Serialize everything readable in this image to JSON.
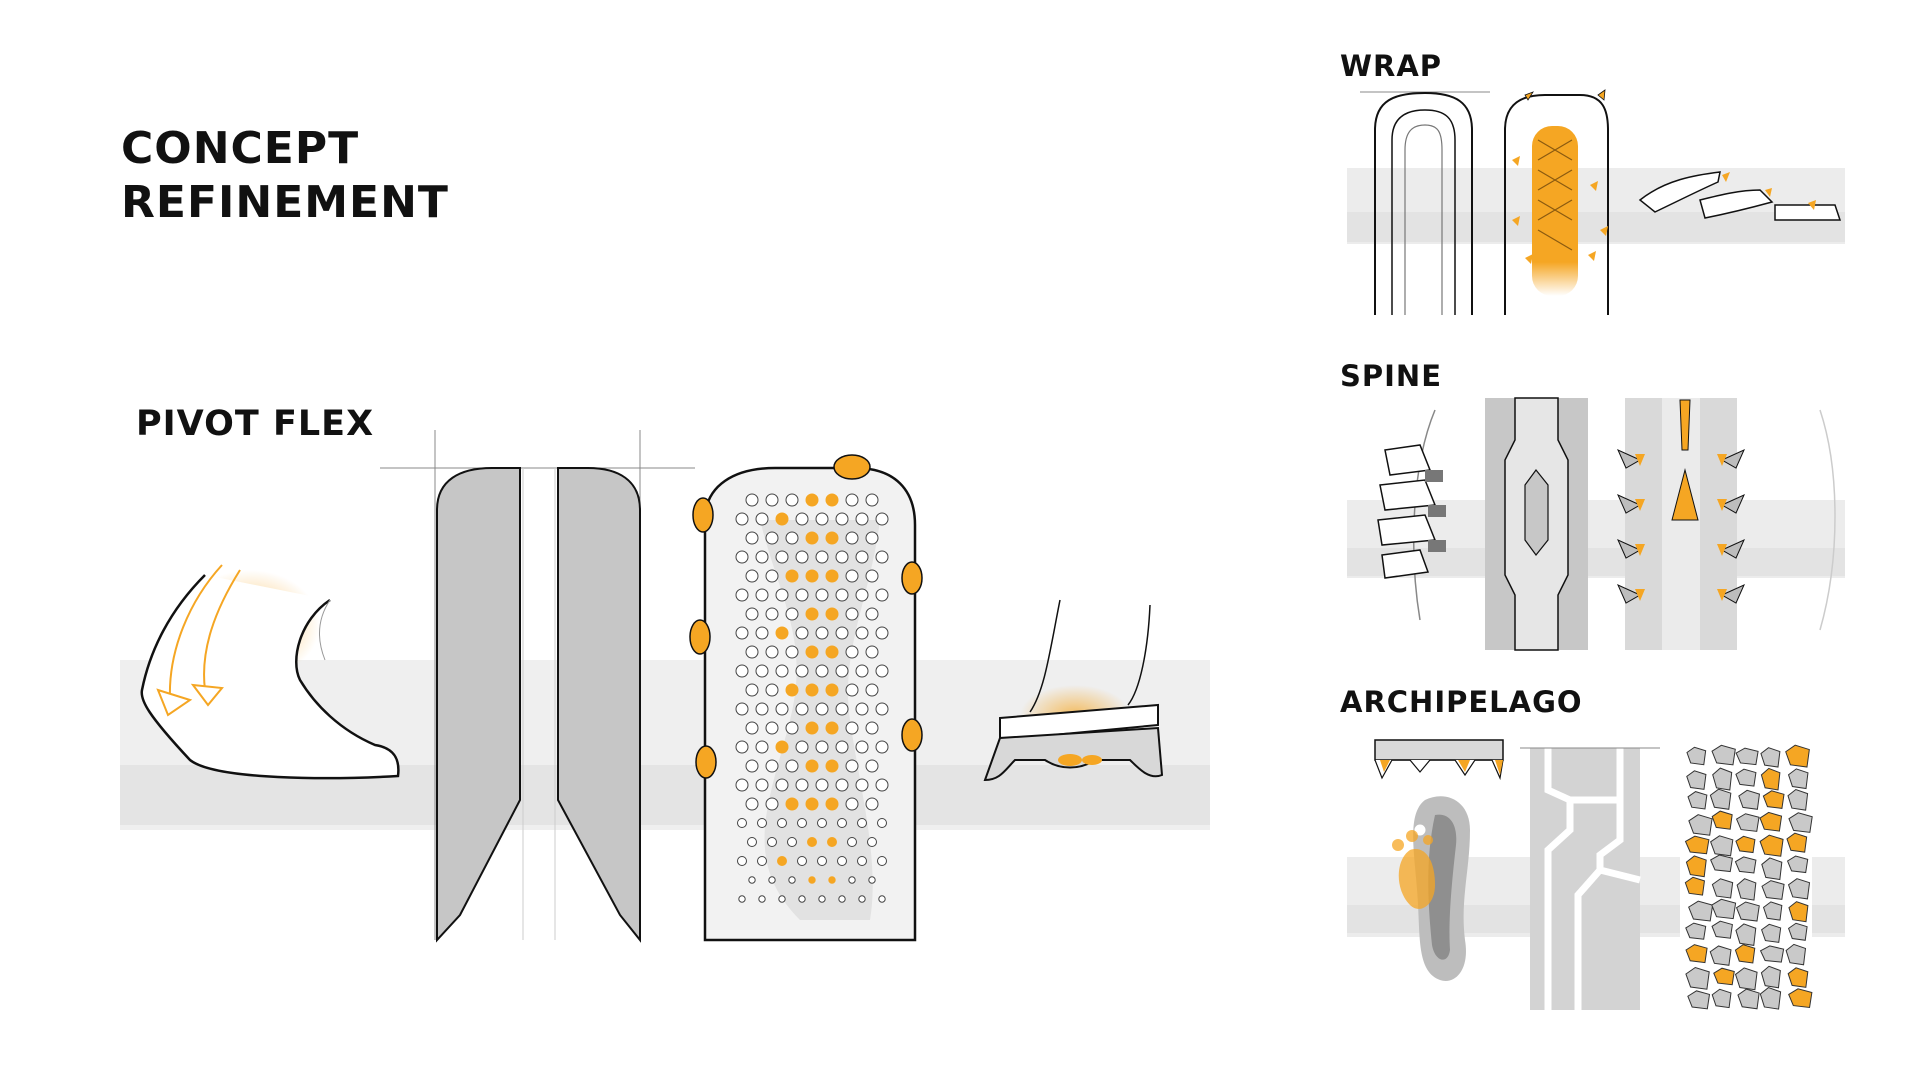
{
  "title": {
    "line1": "CONCEPT",
    "line2": "REFINEMENT"
  },
  "sections": {
    "pivot_flex": "PIVOT FLEX",
    "wrap": "WRAP",
    "spine": "SPINE",
    "archipelago": "ARCHIPELAGO"
  },
  "colors": {
    "accent": "#f5a623",
    "accent_light": "#fbd48a",
    "band": "#ececec",
    "band_dark": "#e2e2e2",
    "fill_gray": "#c7c7c7",
    "fill_light": "#e6e6e6",
    "ink": "#111111"
  }
}
